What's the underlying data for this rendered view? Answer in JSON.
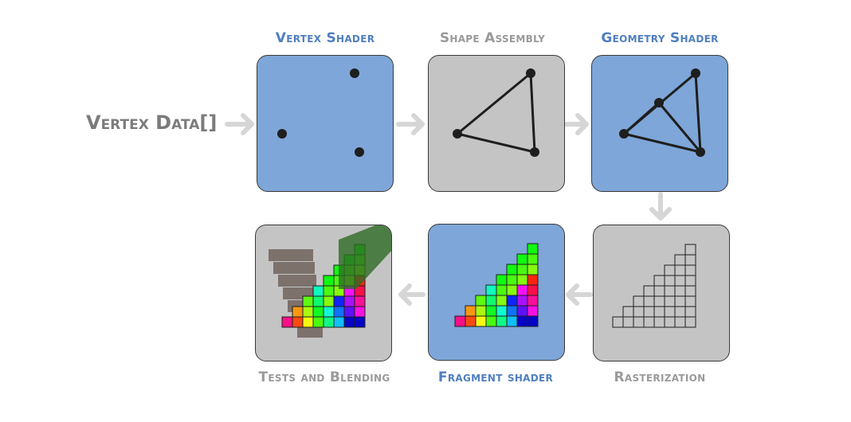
{
  "input_label": "Vertex Data[]",
  "stages": {
    "vertex_shader": "Vertex Shader",
    "shape_assembly": "Shape Assembly",
    "geometry_shader": "Geometry Shader",
    "rasterization": "Rasterization",
    "fragment_shader": "Fragment shader",
    "tests_and_blending": "Tests and Blending"
  },
  "colors": {
    "programmable": "#7ea6d8",
    "fixed": "#c4c4c4",
    "programmable_label": "#4f7fbf",
    "fixed_label": "#9a9a9a",
    "arrow": "#d6d6d6"
  },
  "icons": {
    "vertex": "three-points-icon",
    "assembly": "triangle-outline-icon",
    "geometry": "subdivided-triangle-icon",
    "raster": "pixel-grid-icon",
    "fragment": "colored-pixel-grid-icon",
    "blend": "blended-pixel-grid-icon"
  }
}
